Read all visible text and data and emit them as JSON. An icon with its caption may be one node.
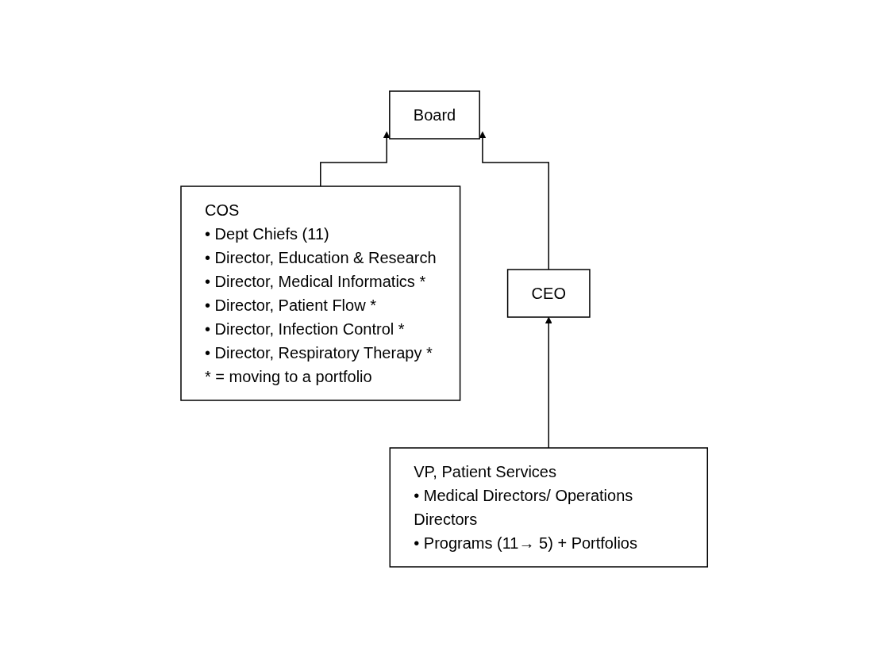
{
  "diagram": {
    "nodes": [
      {
        "text": [
          "Board"
        ]
      },
      {
        "text": [
          "COS",
          "• Dept Chiefs (11)",
          "• Director, Education & Research",
          "• Director, Medical Informatics *",
          "• Director, Patient Flow *",
          "• Director, Infection Control *",
          "• Director, Respiratory Therapy *",
          "* = moving to a portfolio"
        ]
      },
      {
        "text": [
          "CEO"
        ]
      },
      {
        "text": [
          "VP, Patient Services",
          "• Medical Directors/ Operations Directors",
          "• Programs (11→ 5) + Portfolios"
        ]
      }
    ],
    "edges": [
      {
        "from": 1,
        "to": 0,
        "arrow": "to"
      },
      {
        "from": 2,
        "to": 0,
        "arrow": "to"
      },
      {
        "from": 3,
        "to": 2,
        "arrow": "to"
      }
    ]
  }
}
